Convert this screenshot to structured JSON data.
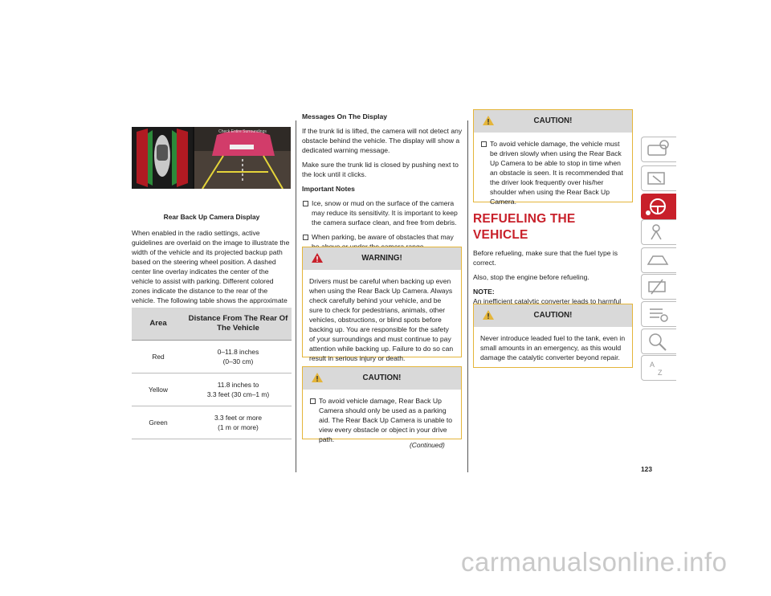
{
  "figure": {
    "caption": "Rear Back Up Camera Display",
    "overlay_text": "Check Entire Surroundings"
  },
  "col1": {
    "intro": "When enabled in the radio settings, active guidelines are overlaid on the image to illustrate the width of the vehicle and its projected backup path based on the steering wheel position. A dashed center line overlay indicates the center of the vehicle to assist with parking. Different colored zones indicate the distance to the rear of the vehicle. The following table shows the approximate distances for each zone:",
    "table": {
      "headers": [
        "Area",
        "Distance From The Rear Of The Vehicle"
      ],
      "rows": [
        {
          "area": "Red",
          "line1": "0–11.8 inches",
          "line2": "(0–30 cm)"
        },
        {
          "area": "Yellow",
          "line1": "11.8 inches to",
          "line2": "3.3 feet (30 cm–1 m)"
        },
        {
          "area": "Green",
          "line1": "3.3 feet or more",
          "line2": "(1 m or more)"
        }
      ]
    }
  },
  "col2": {
    "heading": "Messages On The Display",
    "p1": "If the trunk lid is lifted, the camera will not detect any obstacle behind the vehicle. The display will show a dedicated warning message.",
    "p2": "Make sure the trunk lid is closed by pushing next to the lock until it clicks.",
    "notes_heading": "Important Notes",
    "bullets": [
      "Ice, snow or mud on the surface of the camera may reduce its sensitivity. It is important to keep the camera surface clean, and free from debris.",
      "When parking, be aware of obstacles that may be above or under the camera range."
    ],
    "warning": {
      "title": "WARNING!",
      "text": "Drivers must be careful when backing up even when using the Rear Back Up Camera. Always check carefully behind your vehicle, and be sure to check for pedestrians, animals, other vehicles, obstructions, or blind spots before backing up. You are responsible for the safety of your surroundings and must continue to pay attention while backing up. Failure to do so can result in serious injury or death."
    },
    "caution": {
      "title": "CAUTION!",
      "bullet": "To avoid vehicle damage, Rear Back Up Camera should only be used as a parking aid. The Rear Back Up Camera is unable to view every obstacle or object in your drive path."
    },
    "continued": "(Continued)"
  },
  "col3": {
    "caution1": {
      "title": "CAUTION!",
      "bullet": "To avoid vehicle damage, the vehicle must be driven slowly when using the Rear Back Up Camera to be able to stop in time when an obstacle is seen. It is recommended that the driver look frequently over his/her shoulder when using the Rear Back Up Camera."
    },
    "section_title": "REFUELING THE VEHICLE",
    "p1": "Before refueling, make sure that the fuel type is correct.",
    "p2": "Also, stop the engine before refueling.",
    "note_label": "NOTE:",
    "note_text": "An inefficient catalytic converter leads to harmful exhaust emissions, thus contributing to air pollution.",
    "caution2": {
      "title": "CAUTION!",
      "text": "Never introduce leaded fuel to the tank, even in small amounts in an emergency, as this would damage the catalytic converter beyond repair."
    }
  },
  "page_number": "123",
  "watermark": "carmanualsonline.info",
  "colors": {
    "accent": "#c8202a",
    "notice_border": "#e4b53a",
    "header_gray": "#d9d9d9"
  },
  "sidebar_icons": [
    "dashboard-icon",
    "safety-icon",
    "driving-icon",
    "emergency-icon",
    "service-icon",
    "maintenance-icon",
    "specifications-icon",
    "search-icon",
    "index-icon"
  ]
}
